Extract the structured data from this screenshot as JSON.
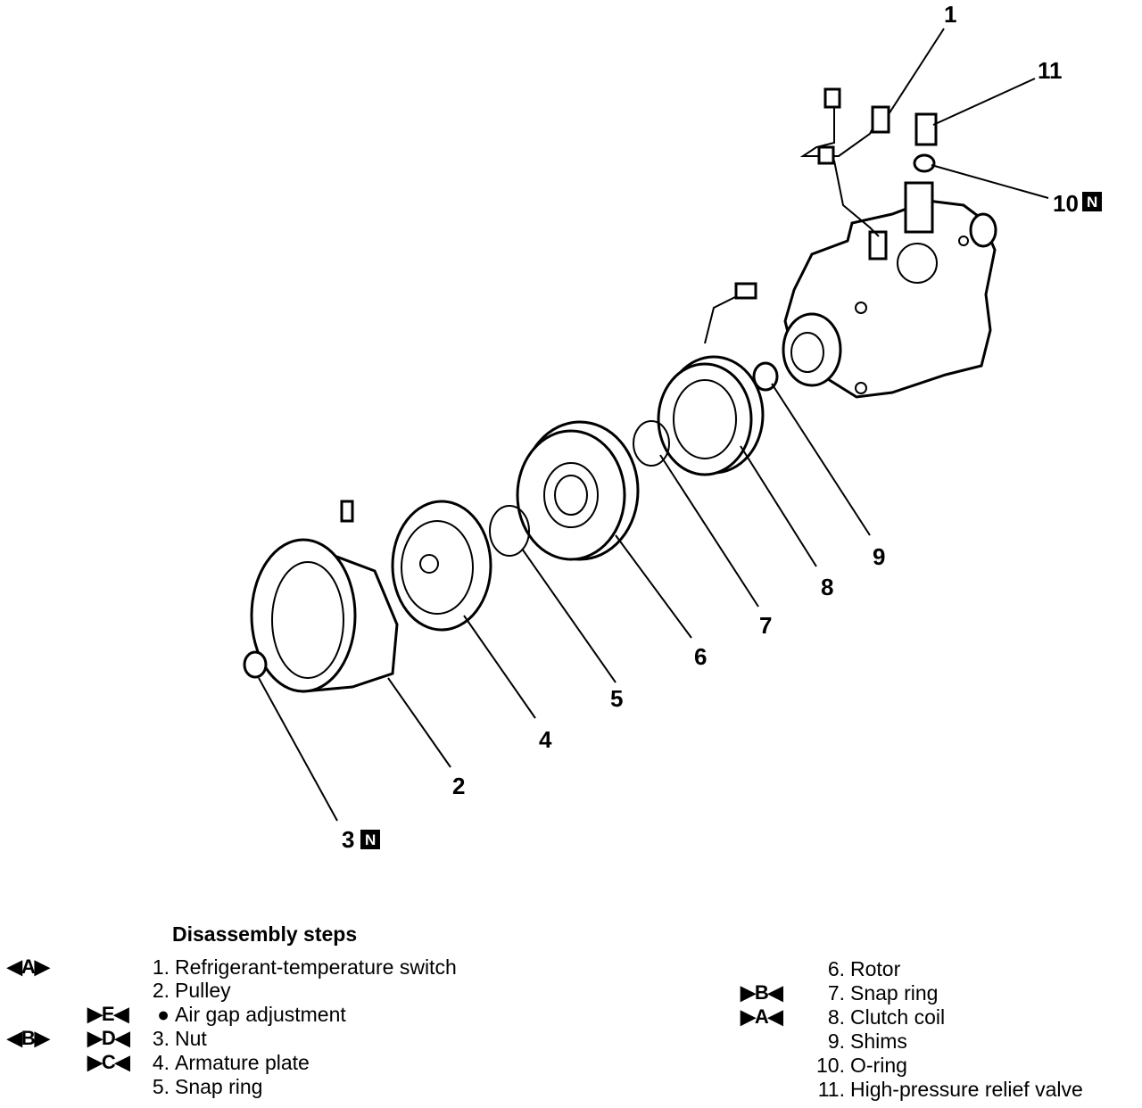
{
  "callouts": {
    "c1": "1",
    "c2": "2",
    "c3": "3",
    "c4": "4",
    "c5": "5",
    "c6": "6",
    "c7": "7",
    "c8": "8",
    "c9": "9",
    "c10": "10",
    "c11": "11",
    "new_mark": "N"
  },
  "legend": {
    "title": "Disassembly steps",
    "steps": [
      {
        "num": "1.",
        "label": "Refrigerant-temperature switch"
      },
      {
        "num": "2.",
        "label": "Pulley"
      },
      {
        "num": "●",
        "label": "Air gap adjustment"
      },
      {
        "num": "3.",
        "label": "Nut"
      },
      {
        "num": "4.",
        "label": "Armature plate"
      },
      {
        "num": "5.",
        "label": "Snap ring"
      },
      {
        "num": "6.",
        "label": "Rotor"
      },
      {
        "num": "7.",
        "label": "Snap ring"
      },
      {
        "num": "8.",
        "label": "Clutch coil"
      },
      {
        "num": "9.",
        "label": "Shims"
      },
      {
        "num": "10.",
        "label": "O-ring"
      },
      {
        "num": "11.",
        "label": "High-pressure relief valve"
      }
    ],
    "removal_marks": [
      "◀A▶",
      "◀B▶"
    ],
    "install_marks": [
      "▶E◀",
      "▶D◀",
      "▶C◀",
      "▶B◀",
      "▶A◀"
    ]
  }
}
